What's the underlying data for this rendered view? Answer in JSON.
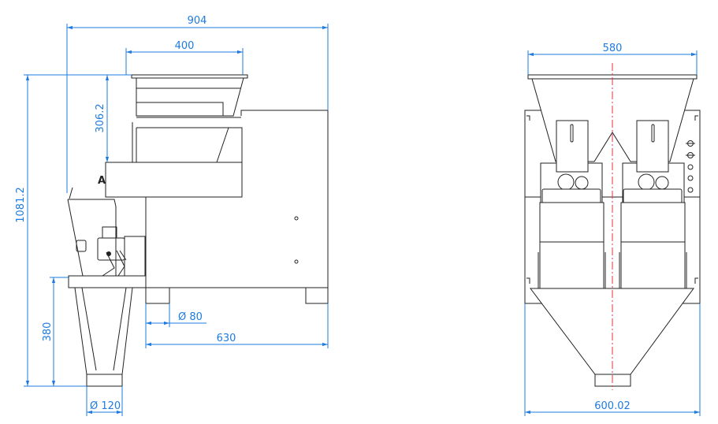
{
  "drawing": {
    "side_view": {
      "section_label": "A",
      "dimensions": {
        "overall_width": "904",
        "hopper_width": "400",
        "overall_height": "1081.2",
        "hopper_height": "306.2",
        "outlet_height": "380",
        "foot_diameter": "Ø 80",
        "frame_depth": "630",
        "outlet_diameter": "Ø 120"
      }
    },
    "front_view": {
      "dimensions": {
        "top_width": "580",
        "frame_width": "600.02"
      }
    },
    "colors": {
      "dimension": "#1e7be0",
      "centerline": "#e8303a",
      "outline": "#222222"
    }
  }
}
